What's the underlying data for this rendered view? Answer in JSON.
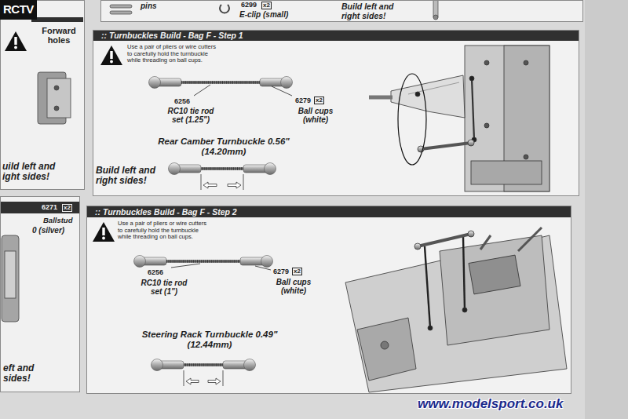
{
  "diagram": {
    "nodes": [
      {
        "text": [
          "Forward holes",
          "uild left and ight sides!"
        ]
      },
      {
        "text": [
          "pins",
          "6299",
          "x2",
          "E-clip (small)",
          "Build left and right sides!"
        ]
      },
      {
        "text": [
          ":: Turnbuckles Build - Bag F - Step 1"
        ]
      },
      {
        "text": [
          ":: Turnbuckles Build - Bag F - Step 2"
        ]
      },
      {
        "text": [
          "6271",
          "x2",
          "Ballstud",
          "0 (silver)",
          "eft and sides!"
        ]
      }
    ],
    "labels": [
      "RCTV",
      "Use a pair of pliers or wire cutters to carefully hold the turnbuckle while threading on ball cups.",
      "6256",
      "RC10 tie rod set (1.25\")",
      "6279",
      "x2",
      "Ball cups (white)",
      "Rear Camber Turnbuckle 0.56\" (14.20mm)",
      "Build left and right sides!",
      "Use a pair of pliers or wire cutters to carefully hold the turnbuckle while threading on ball cups.",
      "6256",
      "RC10 tie rod set (1\")",
      "6279",
      "x2",
      "Ball cups (white)",
      "Steering Rack Turnbuckle 0.49\" (12.44mm)",
      "www.modelsport.co.uk"
    ]
  }
}
